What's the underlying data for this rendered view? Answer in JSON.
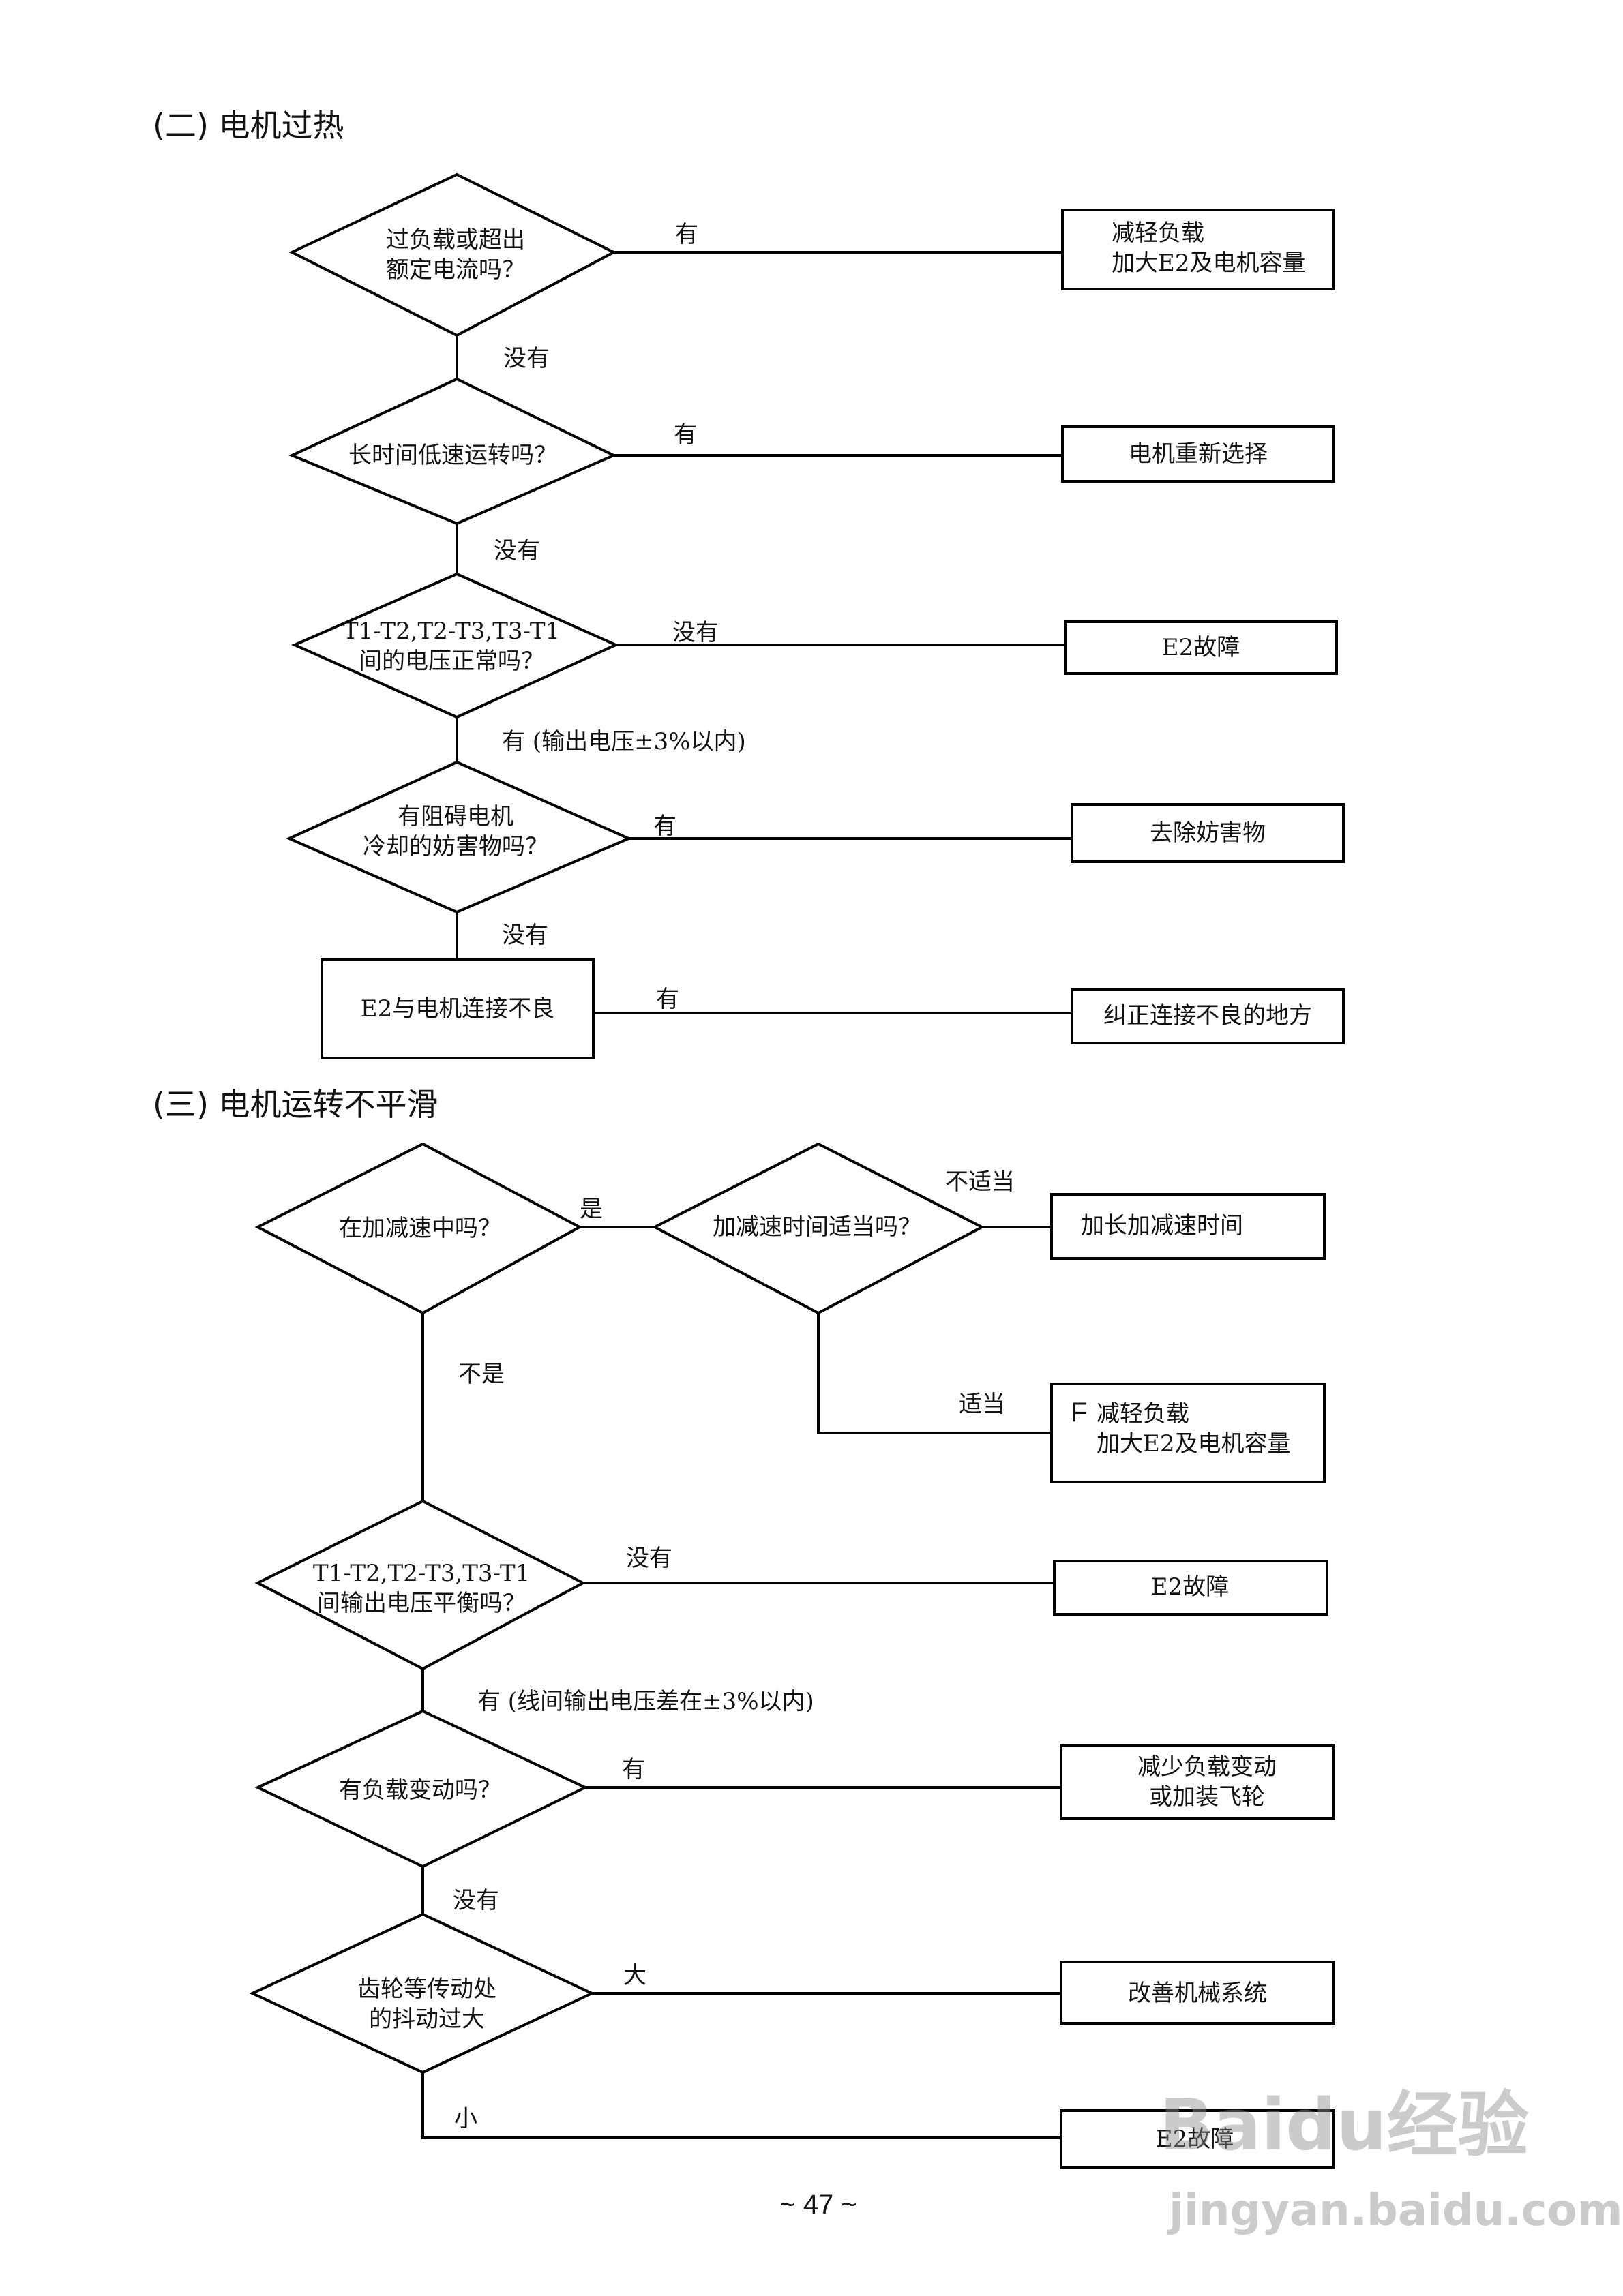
{
  "section2": {
    "heading": "(二) 电机过热",
    "nodes": {
      "d1": [
        "过负载或超出",
        "额定电流吗？"
      ],
      "d2": [
        "长时间低速运转吗？"
      ],
      "d3": [
        "T1-T2,T2-T3,T3-T1",
        "间的电压正常吗？"
      ],
      "d4": [
        "有阻碍电机",
        "冷却的妨害物吗？"
      ],
      "b_left": [
        "E2与电机连接不良"
      ],
      "r1": [
        "减轻负载",
        "加大E2及电机容量"
      ],
      "r2": [
        "电机重新选择"
      ],
      "r3": [
        "E2故障"
      ],
      "r4": [
        "去除妨害物"
      ],
      "r5": [
        "纠正连接不良的地方"
      ]
    },
    "edges": {
      "d1_yes": "有",
      "d1_no": "没有",
      "d2_yes": "有",
      "d2_no": "没有",
      "d3_no": "没有",
      "d3_yes": "有  (输出电压±3%以内)",
      "d4_yes": "有",
      "d4_no": "没有",
      "b_yes": "有"
    }
  },
  "section3": {
    "heading": "(三) 电机运转不平滑",
    "nodes": {
      "d1": [
        "在加减速中吗？"
      ],
      "d2": [
        "加减速时间适当吗？"
      ],
      "d3": [
        "T1-T2,T2-T3,T3-T1",
        "间输出电压平衡吗？"
      ],
      "d4": [
        "有负载变动吗？"
      ],
      "d5": [
        "齿轮等传动处",
        "的抖动过大"
      ],
      "r1": [
        "加长加减速时间"
      ],
      "r2": [
        "减轻负载",
        "加大E2及电机容量"
      ],
      "r2_mark": "F",
      "r3": [
        "E2故障"
      ],
      "r4": [
        "减少负载变动",
        "或加装飞轮"
      ],
      "r5": [
        "改善机械系统"
      ],
      "r6": [
        "E2故障"
      ]
    },
    "edges": {
      "d1_yes": "是",
      "d1_no": "不是",
      "d2_no": "不适当",
      "d2_yes": "适当",
      "d3_no": "没有",
      "d3_yes": "有  (线间输出电压差在±3%以内)",
      "d4_yes": "有",
      "d4_no": "没有",
      "d5_big": "大",
      "d5_small": "小"
    }
  },
  "page_number": "~ 47 ~",
  "watermark": {
    "logo": "Baidu经验",
    "url": "jingyan.baidu.com"
  }
}
